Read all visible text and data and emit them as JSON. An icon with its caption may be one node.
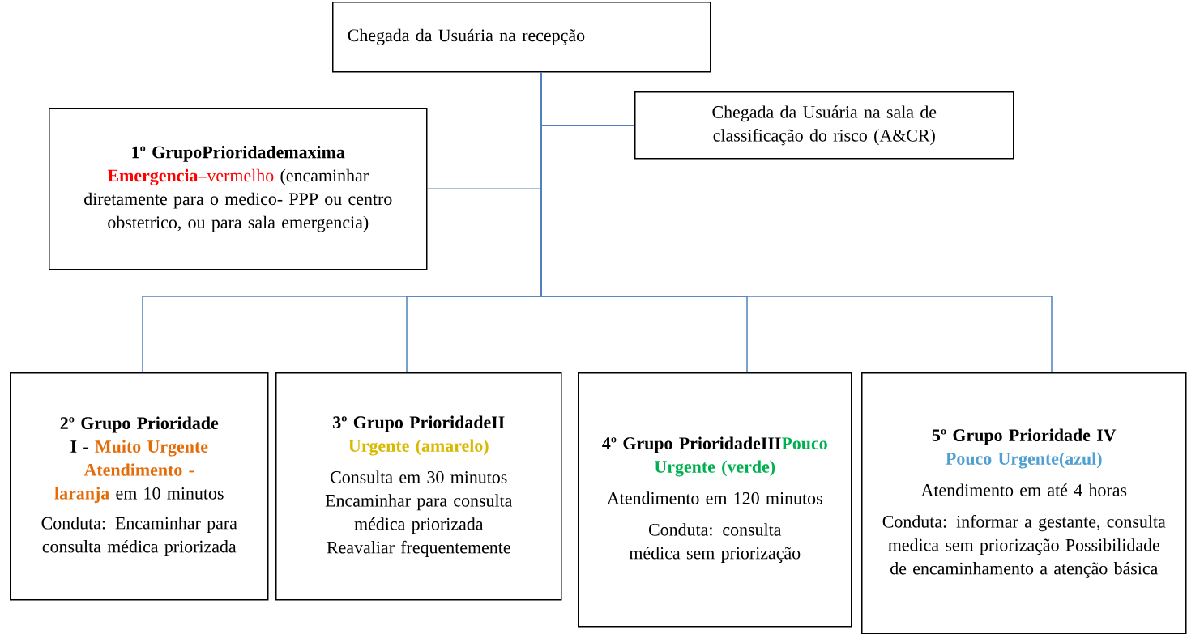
{
  "diagram": {
    "nodes": [
      {
        "text": [
          "Chegada da Usuária na recepção"
        ]
      },
      {
        "text": [
          "Chegada da Usuária na sala de classificação do risco (A&CR)"
        ]
      },
      {
        "text": [
          "1º GrupoPrioridademaxima",
          "Emergencia",
          "–vermelho",
          "(encaminhar diretamente para o medico- PPP ou centro obstetrico, ou para sala emergencia)"
        ]
      },
      {
        "text": [
          "2º Grupo Prioridade I -",
          "Muito Urgente Atendimento -laranja",
          "em 10 minutos",
          "Conduta: Encaminhar para consulta médica priorizada"
        ]
      },
      {
        "text": [
          "3º Grupo PrioridadeII",
          "Urgente (amarelo)",
          "Consulta em 30 minutos",
          "Encaminhar para consulta médica priorizada",
          "Reavaliar frequentemente"
        ]
      },
      {
        "text": [
          "4º Grupo PrioridadeIII",
          "Pouco Urgente (verde)",
          "Atendimento em 120 minutos",
          "Conduta: consulta médica sem priorização"
        ]
      },
      {
        "text": [
          "5º Grupo Prioridade IV",
          "Pouco Urgente(azul)",
          "Atendimento em até 4 horas",
          "Conduta: informar a gestante, consulta medica sem priorização Possibilidade de encaminhamento a atenção básica"
        ]
      }
    ],
    "edges": [
      {
        "from": 0,
        "to": 1,
        "arrow": "none"
      },
      {
        "from": 0,
        "to": 2,
        "arrow": "none"
      },
      {
        "from": 0,
        "to": 3,
        "arrow": "none"
      },
      {
        "from": 0,
        "to": 4,
        "arrow": "none"
      },
      {
        "from": 0,
        "to": 5,
        "arrow": "none"
      },
      {
        "from": 0,
        "to": 6,
        "arrow": "none"
      }
    ]
  }
}
